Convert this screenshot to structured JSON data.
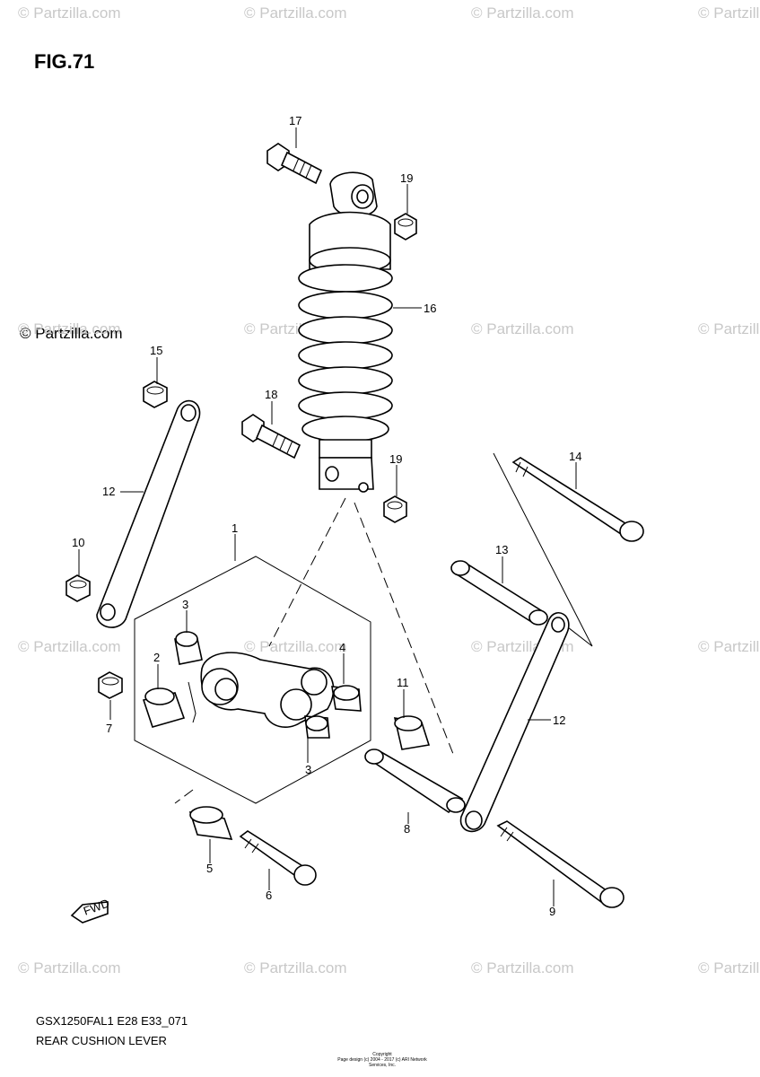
{
  "figure": {
    "title": "FIG.71",
    "model_code": "GSX1250FAL1 E28 E33_071",
    "section_name": "REAR CUSHION LEVER",
    "brand_mark": "© Partzilla.com",
    "watermark": "© Partzilla.com",
    "copyright_line1": "Copyright",
    "copyright_line2": "Page design (c) 2004 - 2017 (c) ARI Network Services, Inc."
  },
  "callouts": [
    "1",
    "2",
    "3",
    "3",
    "4",
    "5",
    "6",
    "7",
    "8",
    "9",
    "10",
    "11",
    "12",
    "12",
    "13",
    "14",
    "15",
    "16",
    "17",
    "18",
    "19",
    "19"
  ],
  "fwd_label": "FWD",
  "colors": {
    "line": "#000000",
    "watermark": "#c8c8c8",
    "background": "#ffffff"
  }
}
